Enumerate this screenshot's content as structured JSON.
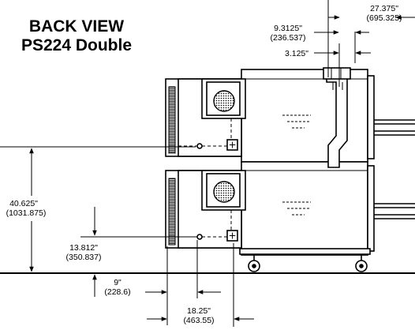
{
  "title": {
    "line1": "BACK VIEW",
    "line2": "PS224 Double"
  },
  "dimensions": {
    "overall_width": {
      "inch": "27.375\"",
      "mm": "(695.325)"
    },
    "offset_a": {
      "inch": "9.3125\"",
      "mm": "(236.537)"
    },
    "offset_b": {
      "inch": "3.125\""
    },
    "total_height": {
      "inch": "40.625\"",
      "mm": "(1031.875)"
    },
    "port_height": {
      "inch": "13.812\"",
      "mm": "(350.837)"
    },
    "port_offset": {
      "inch": "9\"",
      "mm": "(228.6)"
    },
    "port_spacing": {
      "inch": "18.25\"",
      "mm": "(463.55)"
    }
  }
}
